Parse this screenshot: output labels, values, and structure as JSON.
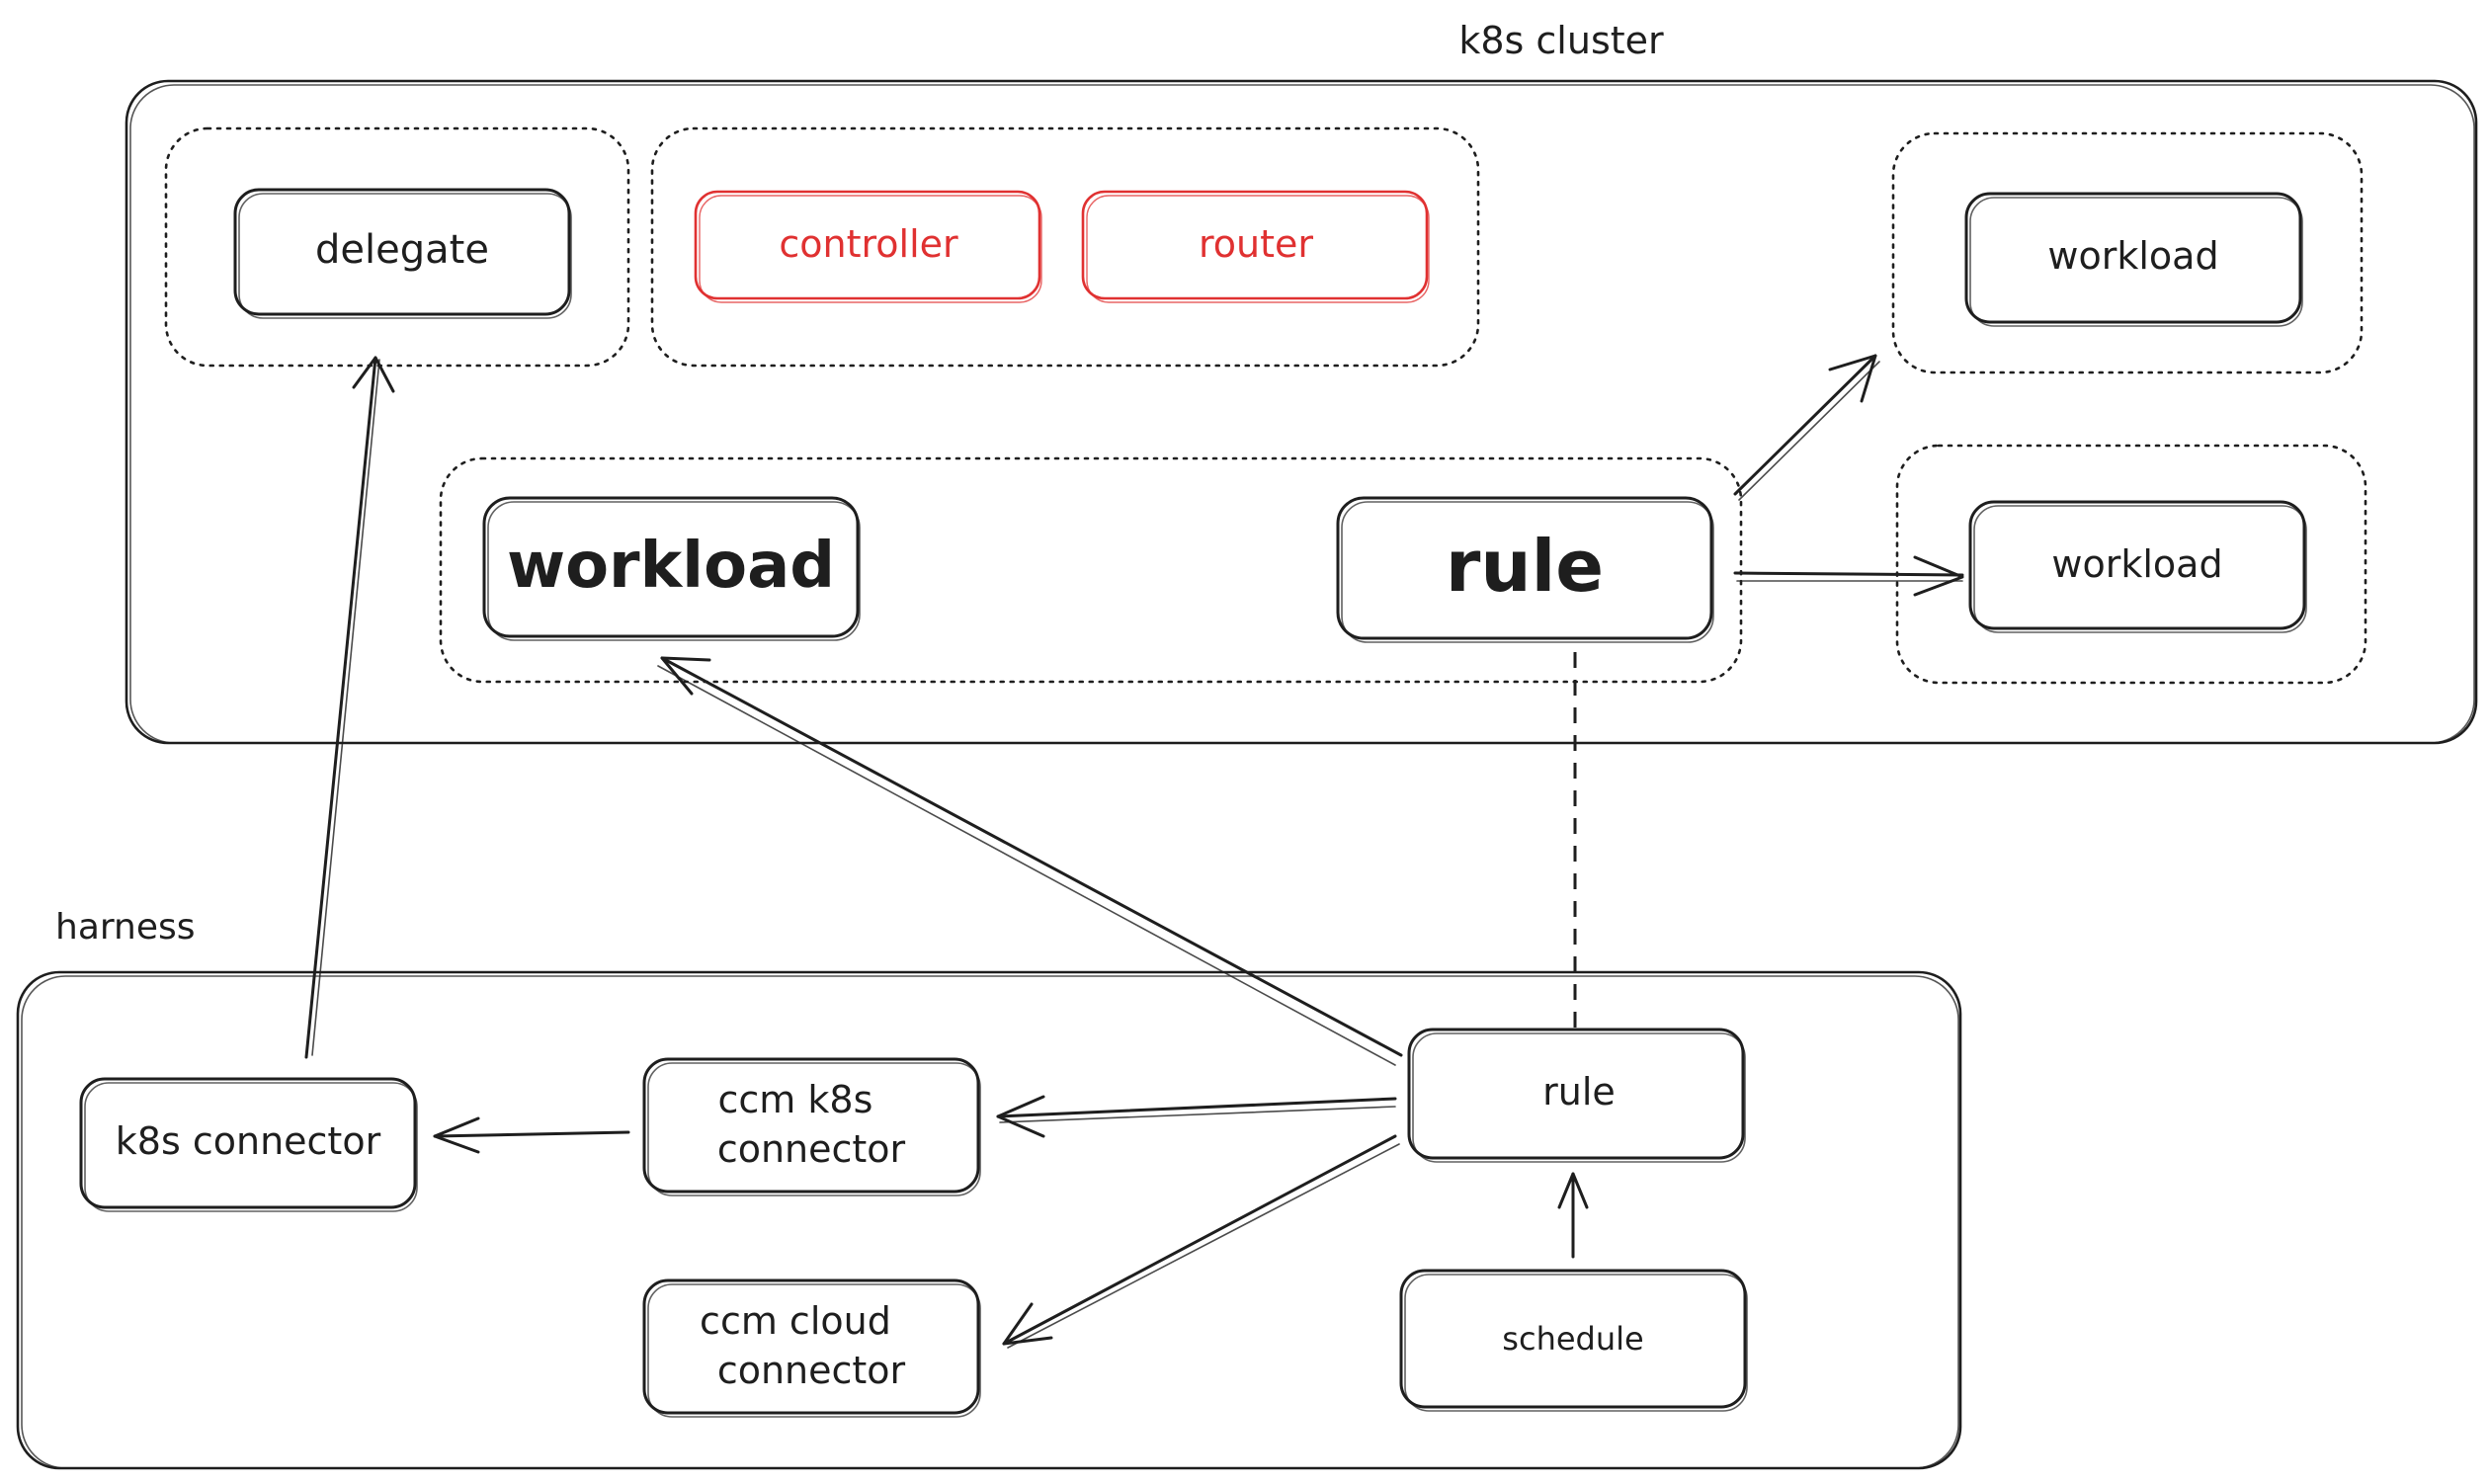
{
  "clusters": {
    "k8s_cluster": "k8s cluster",
    "harness": "harness"
  },
  "nodes": {
    "delegate": "delegate",
    "controller": "controller",
    "router": "router",
    "workload_top_right": "workload",
    "workload_main": "workload",
    "rule_cluster": "rule",
    "workload_mid_right": "workload",
    "k8s_connector": "k8s connector",
    "ccm_k8s_connector": [
      "ccm k8s",
      "connector"
    ],
    "ccm_cloud_connector": [
      "ccm cloud",
      "connector"
    ],
    "rule_harness": "rule",
    "schedule": "schedule"
  },
  "colors": {
    "stroke": "#1e1e1e",
    "highlight": "#e03131",
    "background": "#ffffff"
  }
}
